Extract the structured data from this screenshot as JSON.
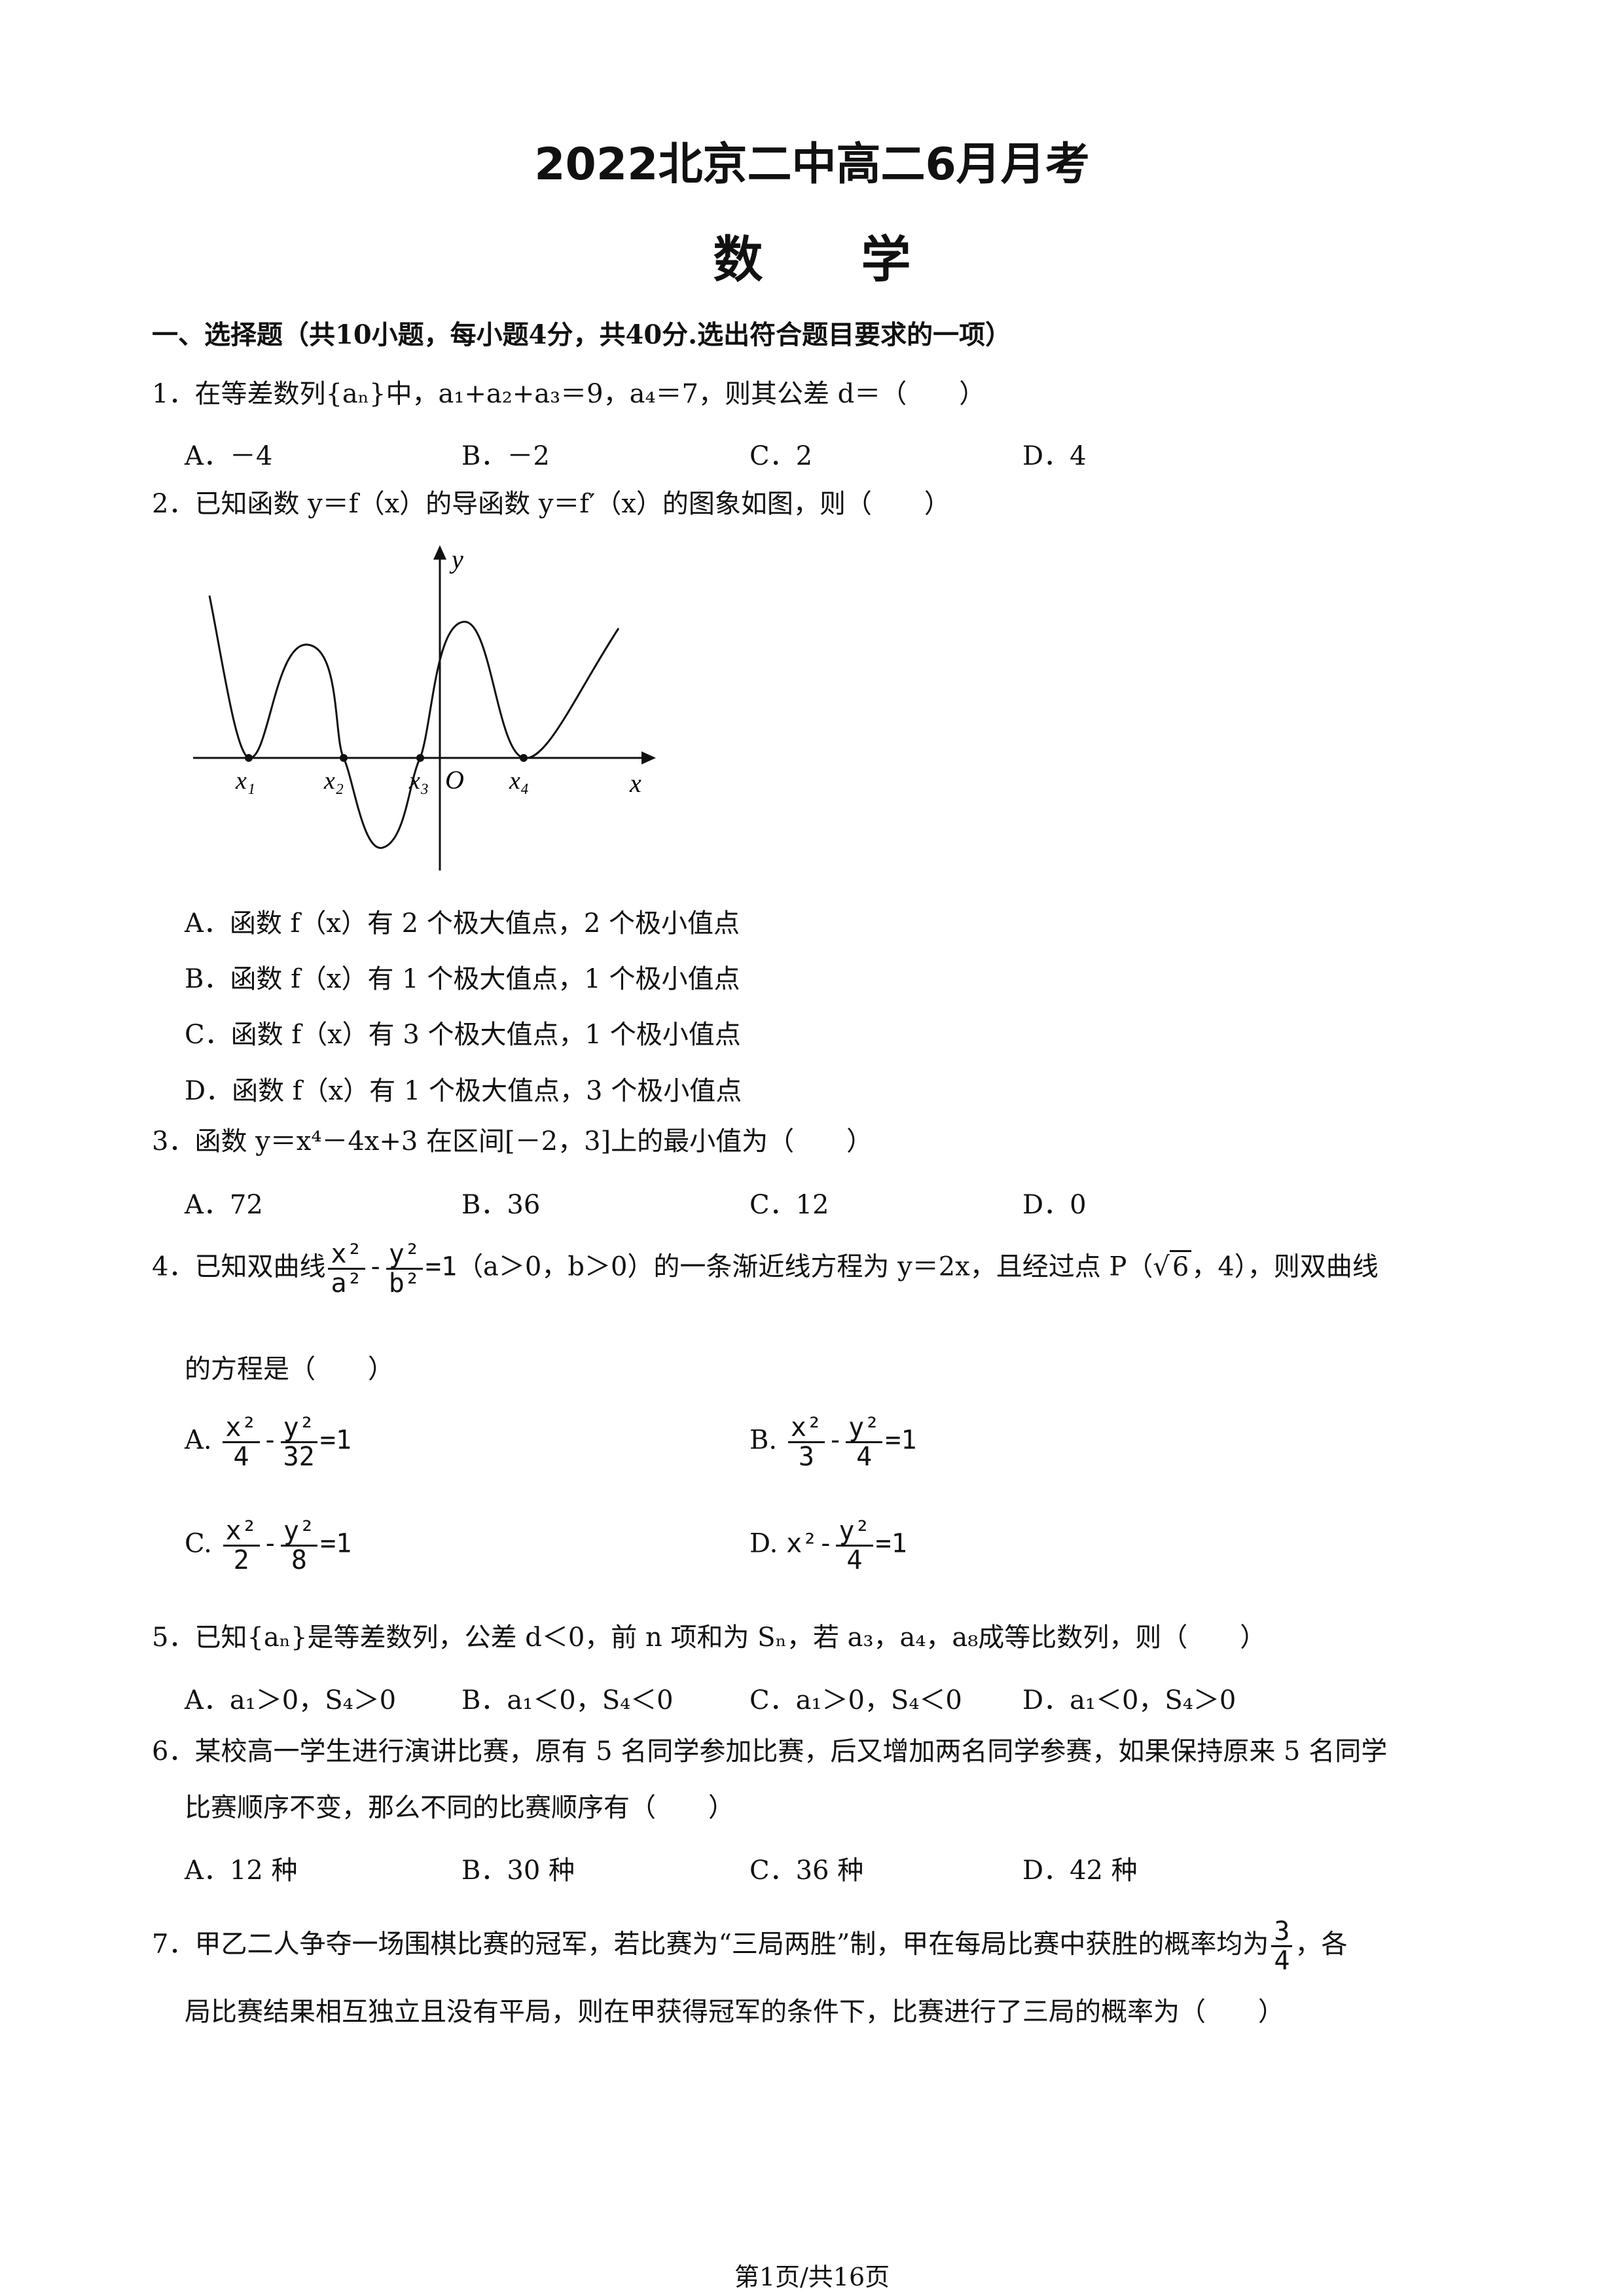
{
  "header": {
    "title": "2022北京二中高二6月月考",
    "subject": "数学"
  },
  "section1": {
    "heading": "一、选择题（共10小题，每小题4分，共40分.选出符合题目要求的一项）"
  },
  "q1": {
    "stem": "1．在等差数列{aₙ}中，a₁+a₂+a₃＝9，a₄＝7，则其公差 d＝（　　）",
    "options": [
      "A．－4",
      "B．－2",
      "C．2",
      "D．4"
    ]
  },
  "q2": {
    "stem": "2．已知函数 y＝f（x）的导函数 y＝f′（x）的图象如图，则（　　）",
    "graph_labels": {
      "y": "y",
      "x": "x",
      "x1": "x₁",
      "x2": "x₂",
      "x3": "x₃",
      "O": "O",
      "x4": "x₄"
    },
    "options": [
      "A．函数 f（x）有 2 个极大值点，2 个极小值点",
      "B．函数 f（x）有 1 个极大值点，1 个极小值点",
      "C．函数 f（x）有 3 个极大值点，1 个极小值点",
      "D．函数 f（x）有 1 个极大值点，3 个极小值点"
    ]
  },
  "q3": {
    "stem": "3．函数 y＝x⁴－4x+3 在区间[－2，3]上的最小值为（　　）",
    "options": [
      "A．72",
      "B．36",
      "C．12",
      "D．0"
    ]
  },
  "q4": {
    "prefix": "4．已知双曲线",
    "frac1_num": "x²",
    "frac1_den": "a²",
    "frac2_num": "y²",
    "frac2_den": "b²",
    "eq": "=1",
    "middle": "（a＞0，b＞0）的一条渐近线方程为 y＝2x，且经过点 P（",
    "sqrt_val": "6",
    "suffix": "，4），则双曲线",
    "line2": "的方程是（　　）",
    "optA": {
      "label": "A.",
      "n1": "x²",
      "d1": "4",
      "n2": "y²",
      "d2": "32",
      "eq": "=1"
    },
    "optB": {
      "label": "B.",
      "n1": "x²",
      "d1": "3",
      "n2": "y²",
      "d2": "4",
      "eq": "=1"
    },
    "optC": {
      "label": "C.",
      "n1": "x²",
      "d1": "2",
      "n2": "y²",
      "d2": "8",
      "eq": "=1"
    },
    "optD": {
      "label": "D.",
      "lead": "x²",
      "n2": "y²",
      "d2": "4",
      "eq": "=1"
    }
  },
  "q5": {
    "stem": "5．已知{aₙ}是等差数列，公差 d＜0，前 n 项和为 Sₙ，若 a₃，a₄，a₈成等比数列，则（　　）",
    "options": [
      "A．a₁＞0，S₄＞0",
      "B．a₁＜0，S₄＜0",
      "C．a₁＞0，S₄＜0",
      "D．a₁＜0，S₄＞0"
    ]
  },
  "q6": {
    "line1": "6．某校高一学生进行演讲比赛，原有 5 名同学参加比赛，后又增加两名同学参赛，如果保持原来 5 名同学",
    "line2": "比赛顺序不变，那么不同的比赛顺序有（　　）",
    "options": [
      "A．12 种",
      "B．30 种",
      "C．36 种",
      "D．42 种"
    ]
  },
  "q7": {
    "line1_pre": "7．甲乙二人争夺一场围棋比赛的冠军，若比赛为“三局两胜”制，甲在每局比赛中获胜的概率均为",
    "frac_num": "3",
    "frac_den": "4",
    "line1_post": "，各",
    "line2": "局比赛结果相互独立且没有平局，则在甲获得冠军的条件下，比赛进行了三局的概率为（　　）"
  },
  "footer": {
    "page": "第1页/共16页"
  }
}
